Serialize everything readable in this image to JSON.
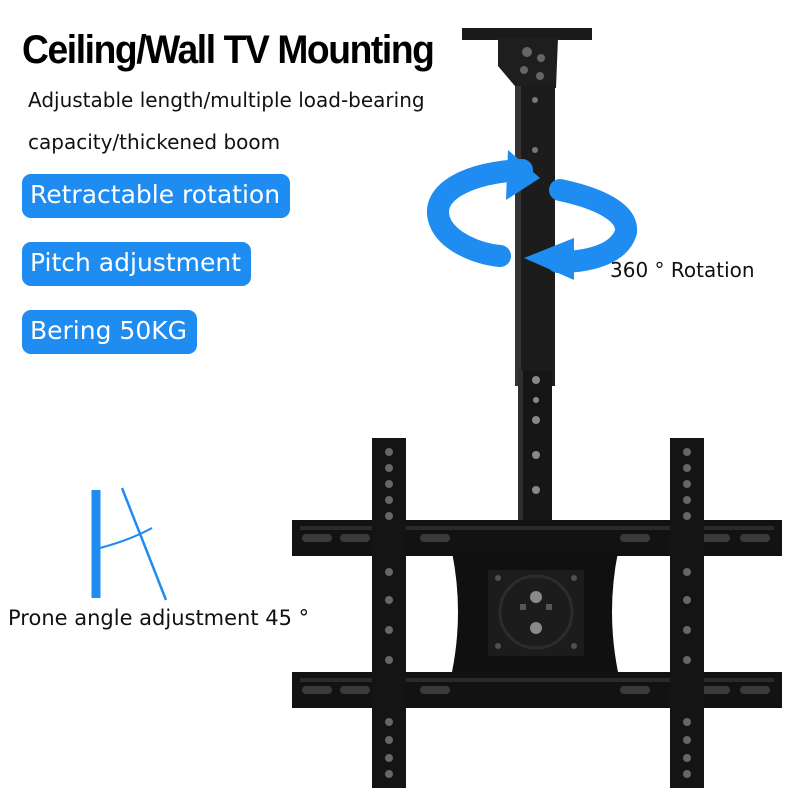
{
  "title": "Ceiling/Wall TV Mounting",
  "subtitle_line1": "Adjustable length/multiple load-bearing",
  "subtitle_line2": "capacity/thickened boom",
  "features": [
    "Retractable rotation",
    "Pitch adjustment",
    "Bering 50KG"
  ],
  "rotation_label": "360 ° Rotation",
  "angle_label": "Prone angle adjustment 45 °",
  "colors": {
    "accent": "#1e8cf0",
    "mount": "#111111",
    "text": "#111111"
  },
  "icons": [
    "rotation-arrow-icon",
    "angle-icon"
  ]
}
